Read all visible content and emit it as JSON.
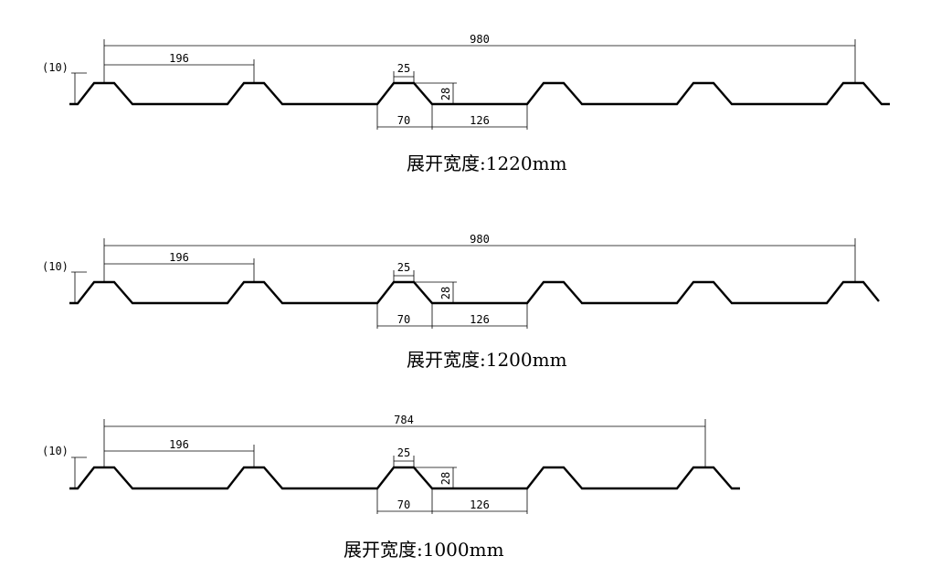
{
  "profiles": [
    {
      "overall_dim": "980",
      "pitch_dim": "196",
      "top_dim": "25",
      "height_dim": "28",
      "base_dim": "70",
      "trough_dim": "126",
      "lip_dim": "(10)",
      "caption": "展开宽度:1220mm",
      "ribs": 6
    },
    {
      "overall_dim": "980",
      "pitch_dim": "196",
      "top_dim": "25",
      "height_dim": "28",
      "base_dim": "70",
      "trough_dim": "126",
      "lip_dim": "(10)",
      "caption": "展开宽度:1200mm",
      "ribs": 6
    },
    {
      "overall_dim": "784",
      "pitch_dim": "196",
      "top_dim": "25",
      "height_dim": "28",
      "base_dim": "70",
      "trough_dim": "126",
      "lip_dim": "(10)",
      "caption": "展开宽度:1000mm",
      "ribs": 5
    }
  ]
}
